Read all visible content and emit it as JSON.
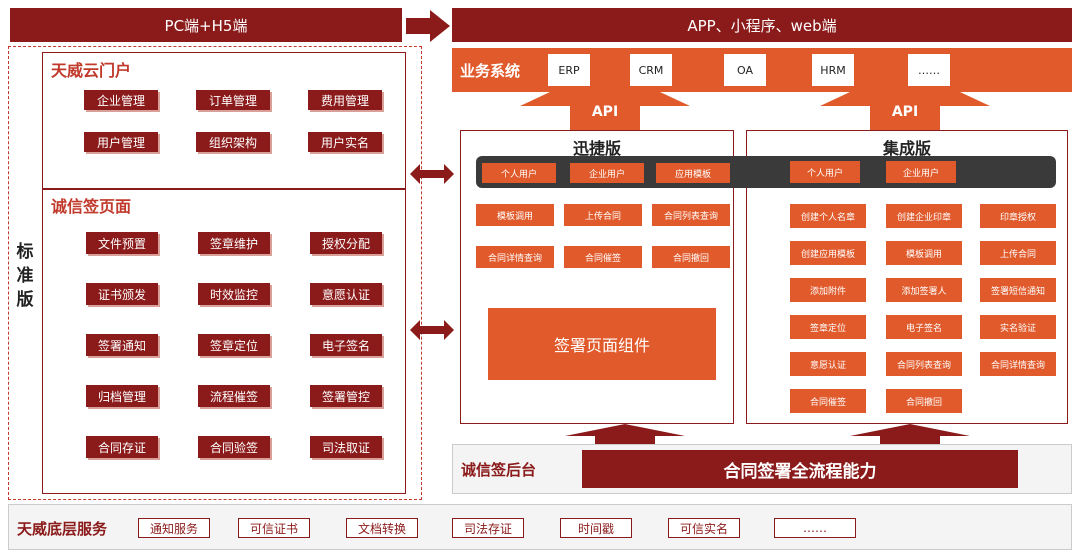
{
  "top_left_bar": "PC端+H5端",
  "top_right_bar": "APP、小程序、web端",
  "vertical_label": "标\n准\n版",
  "portal": {
    "title": "天威云门户",
    "items": [
      "企业管理",
      "订单管理",
      "费用管理",
      "用户管理",
      "组织架构",
      "用户实名"
    ]
  },
  "sign_page": {
    "title": "诚信签页面",
    "items": [
      "文件预置",
      "签章维护",
      "授权分配",
      "证书颁发",
      "时效监控",
      "意愿认证",
      "签署通知",
      "签章定位",
      "电子签名",
      "归档管理",
      "流程催签",
      "签署管控",
      "合同存证",
      "合同验签",
      "司法取证"
    ]
  },
  "business": {
    "label": "业务系统",
    "systems": [
      "ERP",
      "CRM",
      "OA",
      "HRM",
      "……"
    ]
  },
  "api_label": "API",
  "quick": {
    "title": "迅捷版",
    "header_items": [
      "个人用户",
      "企业用户",
      "应用模板"
    ],
    "items": [
      "模板调用",
      "上传合同",
      "合同列表查询",
      "合同详情查询",
      "合同催签",
      "合同撤回"
    ],
    "component": "签署页面组件"
  },
  "integrated": {
    "title": "集成版",
    "header_items": [
      "个人用户",
      "企业用户"
    ],
    "col1": [
      "创建个人名章",
      "创建应用模板",
      "添加附件",
      "签章定位",
      "意愿认证",
      "合同催签"
    ],
    "col2": [
      "创建企业印章",
      "模板调用",
      "添加签署人",
      "电子签名",
      "合同列表查询",
      "合同撤回"
    ],
    "col3": [
      "印章授权",
      "上传合同",
      "签署短信通知",
      "实名验证",
      "合同详情查询"
    ]
  },
  "backend": {
    "label": "诚信签后台",
    "capability": "合同签署全流程能力"
  },
  "base": {
    "label": "天威底层服务",
    "items": [
      "通知服务",
      "可信证书",
      "文档转换",
      "司法存证",
      "时间戳",
      "可信实名",
      "……"
    ]
  },
  "colors": {
    "dark_red": "#8b1a1a",
    "orange": "#e05a2b",
    "accent": "#c0392b",
    "bar_grey": "#3a3a3a"
  }
}
